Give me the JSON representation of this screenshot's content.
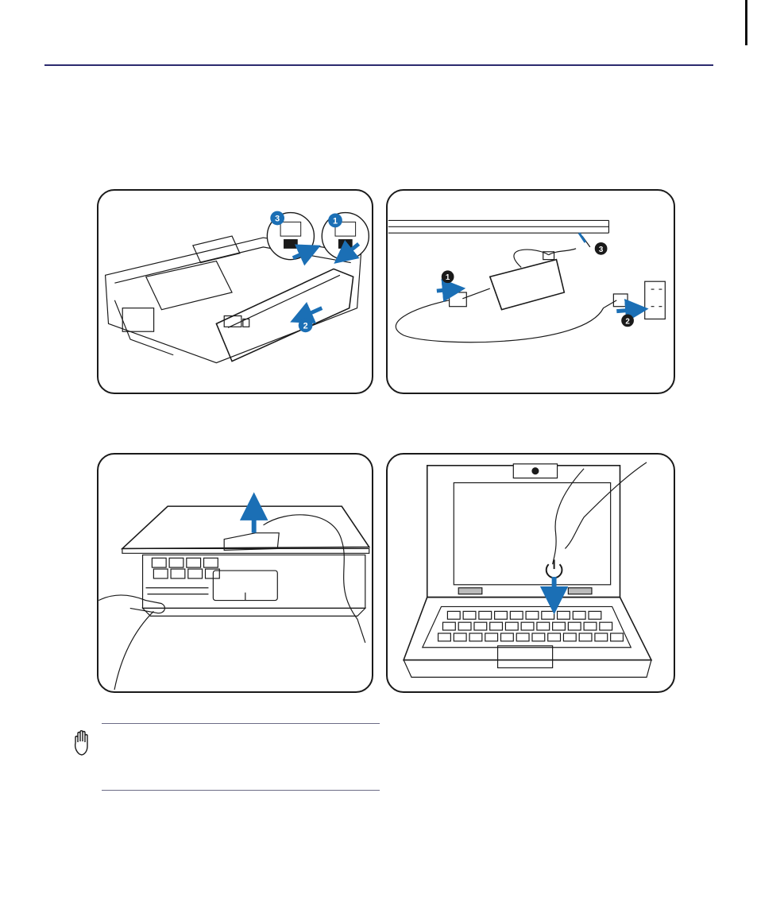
{
  "page": {
    "colors": {
      "rule": "#2b2a6e",
      "arrow": "#1b6fb5",
      "line": "#1a1a1a"
    }
  },
  "figures": {
    "battery": {
      "step_badges": [
        "3",
        "1",
        "2"
      ]
    },
    "adapter": {
      "step_badges": [
        "1",
        "2",
        "3"
      ]
    },
    "open_lid": {},
    "power_on": {
      "icon": "power-icon"
    }
  },
  "note": {
    "icon": "hand-stop-icon"
  }
}
